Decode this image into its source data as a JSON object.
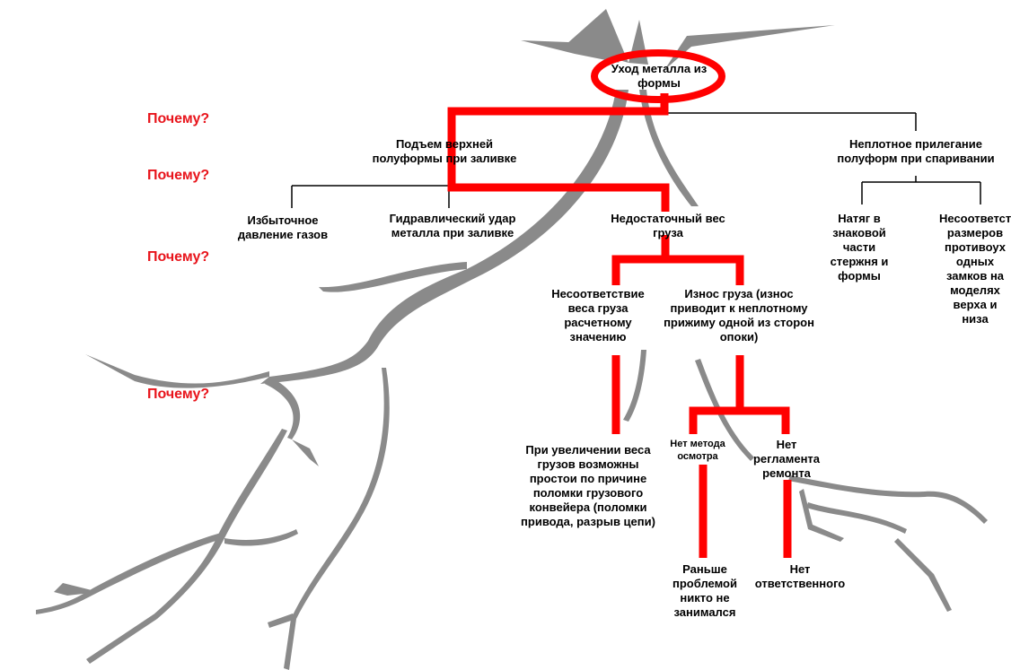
{
  "why_labels": [
    "Почему?",
    "Почему?",
    "Почему?",
    "Почему?"
  ],
  "nodes": {
    "root": "Уход металла из формы",
    "lift": "Подъем верхней полуформы при заливке",
    "gap": "Неплотное прилегание полуформ при спаривании",
    "gas": "Избыточное давление газов",
    "hydro": "Гидравлический удар металла при заливке",
    "weight": "Недостаточный вес груза",
    "tension": "Натяг в знаковой части стержня и формы",
    "mismatch": "Несоответствие размеров противоух одных замков на моделях верха и низа",
    "calc": "Несоответствие веса груза расчетному значению",
    "wear": "Износ груза (износ приводит к неплотному прижиму одной из сторон опоки)",
    "downtime": "При увеличении веса грузов возможны простои по причине поломки грузового конвейера (поломки привода, разрыв цепи)",
    "no_method": "Нет метода осмотра",
    "no_regulation": "Нет регламента ремонта",
    "nobody": "Раньше проблемой никто не занимался",
    "no_owner": "Нет ответственного"
  },
  "colors": {
    "highlight": "#ff0000",
    "connector": "#000000",
    "tree": "#8a8a8a",
    "why_text": "#e8141b"
  }
}
